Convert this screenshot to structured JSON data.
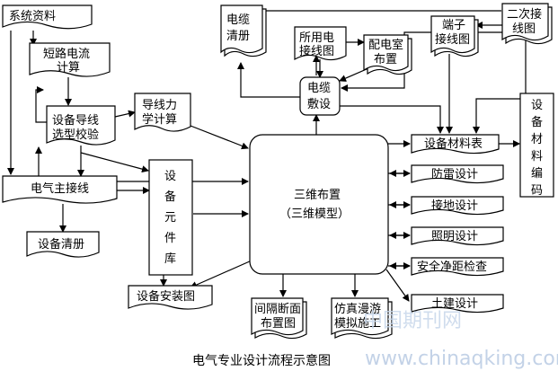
{
  "nodes": {
    "system_data": "系统资料",
    "short_circuit_l1": "短路电流",
    "short_circuit_l2": "计算",
    "equip_select_l1": "设备导线",
    "equip_select_l2": "选型校验",
    "conductor_mech_l1": "导线力",
    "conductor_mech_l2": "学计算",
    "main_wiring": "电气主接线",
    "equip_list": "设备清册",
    "component_lib": [
      "设",
      "备",
      "元",
      "件",
      "库"
    ],
    "equip_install": "设备安装图",
    "cable_list_l1": "电缆",
    "cable_list_l2": "清册",
    "plant_wiring_l1": "所用电",
    "plant_wiring_l2": "接线图",
    "dist_room_l1": "配电室",
    "dist_room_l2": "布置",
    "terminal_l1": "端子",
    "terminal_l2": "接线图",
    "secondary_l1": "二次接",
    "secondary_l2": "线图",
    "cable_laying_l1": "电缆",
    "cable_laying_l2": "敷设",
    "layout3d_l1": "三维布置",
    "layout3d_l2": "（三维模型）",
    "material_table": "设备材料表",
    "material_code": [
      "设",
      "备",
      "材",
      "料",
      "编",
      "码"
    ],
    "lightning": "防雷设计",
    "grounding": "接地设计",
    "lighting": "照明设计",
    "clearance": "安全净距检查",
    "civil": "土建设计",
    "bay_section_l1": "间隔断面",
    "bay_section_l2": "布置图",
    "roaming_l1": "仿真漫游",
    "roaming_l2": "模拟施工"
  },
  "caption": "电气专业设计流程示意图",
  "watermark": {
    "cn": "中国期刊网",
    "url": "www.chinaqking.com"
  }
}
